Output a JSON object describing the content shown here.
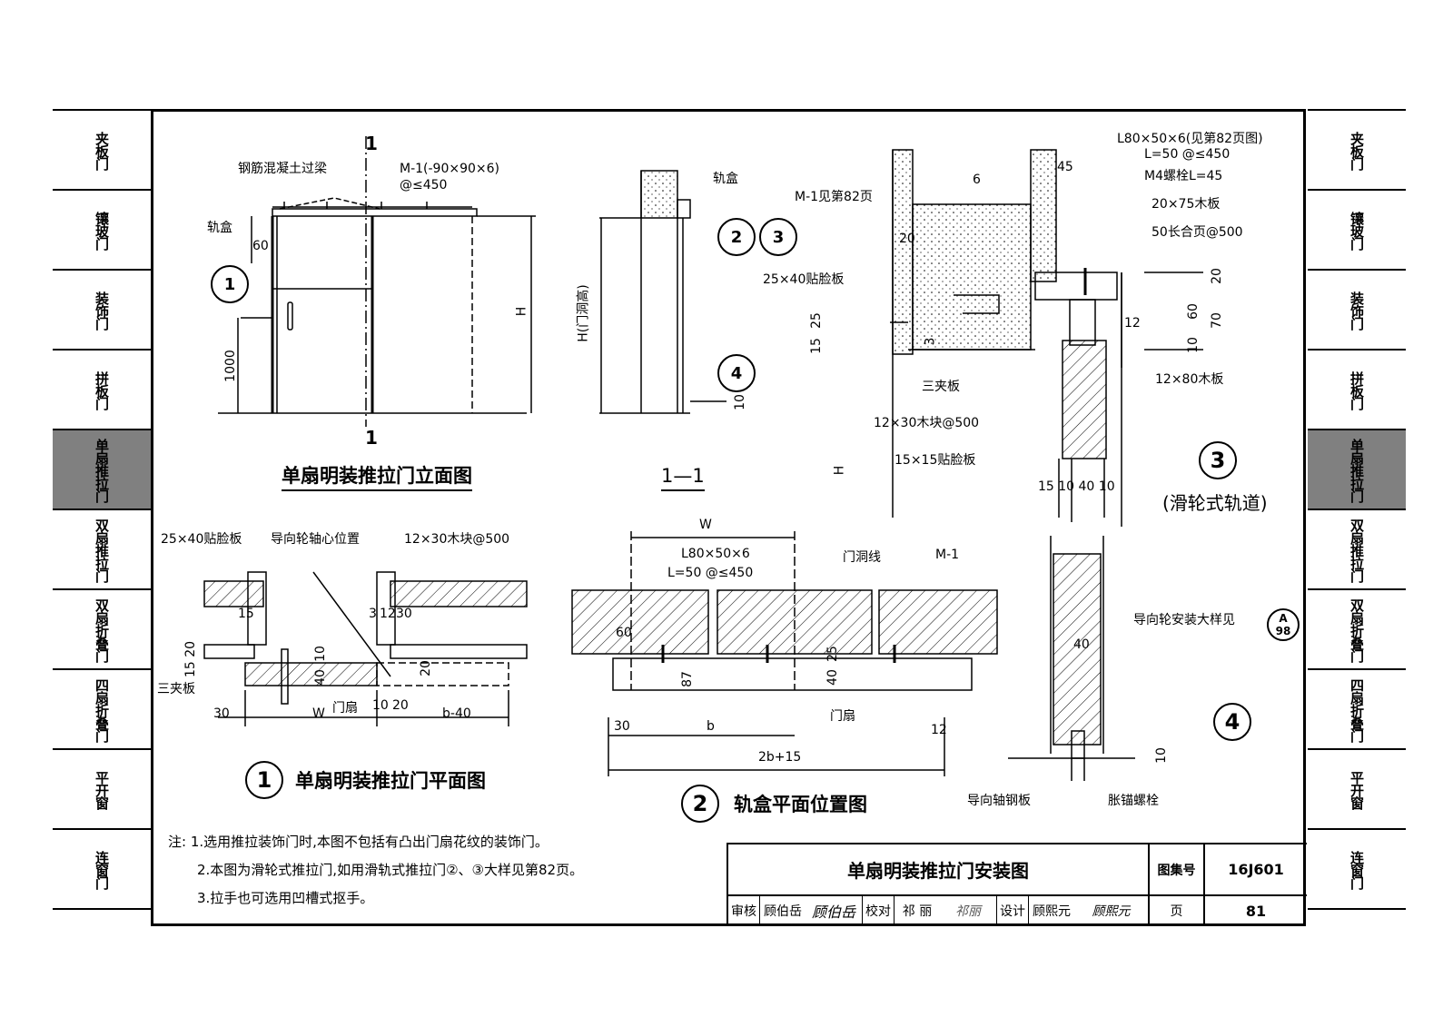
{
  "left_tabs": [
    {
      "label": "夹板门",
      "active": false
    },
    {
      "label": "镶玻门",
      "active": false
    },
    {
      "label": "装饰门",
      "active": false
    },
    {
      "label": "拼板门",
      "active": false
    },
    {
      "label": "单扇推拉门",
      "active": true
    },
    {
      "label": "双扇推拉门",
      "active": false
    },
    {
      "label": "双扇折叠门",
      "active": false
    },
    {
      "label": "四扇折叠门",
      "active": false
    },
    {
      "label": "平开窗",
      "active": false
    },
    {
      "label": "连窗门",
      "active": false
    }
  ],
  "right_tabs": [
    {
      "label": "夹板门",
      "active": false
    },
    {
      "label": "镶玻门",
      "active": false
    },
    {
      "label": "装饰门",
      "active": false
    },
    {
      "label": "拼板门",
      "active": false
    },
    {
      "label": "单扇推拉门",
      "active": true
    },
    {
      "label": "双扇推拉门",
      "active": false
    },
    {
      "label": "双扇折叠门",
      "active": false
    },
    {
      "label": "四扇折叠门",
      "active": false
    },
    {
      "label": "平开窗",
      "active": false
    },
    {
      "label": "连窗门",
      "active": false
    }
  ],
  "elevation": {
    "title": "单扇明装推拉门立面图",
    "section_mark_top": "1",
    "section_mark_bottom": "1",
    "beam_label": "钢筋混凝土过梁",
    "m1_label": "M-1(-90×90×6)",
    "m1_spacing": "@≤450",
    "track_box": "轨盒",
    "dim_60": "60",
    "dim_1000": "1000",
    "dim_H": "H",
    "detail_ref": "1",
    "detail_ref_sub": "—"
  },
  "section11": {
    "title": "1—1",
    "track_box": "轨盒",
    "dim_H": "H(门洞高)",
    "ref2": "2",
    "ref3": "3",
    "ref4": "4",
    "ref_sub": "—",
    "dim_10": "10"
  },
  "detail3": {
    "number": "3",
    "subtitle": "(滑轮式轨道)",
    "labels": {
      "m1": "M-1见第82页",
      "angle": "L80×50×6(见第82页图)",
      "angle2": "L=50 @≤450",
      "bolt": "M4螺栓L=45",
      "board75": "20×75木板",
      "hinge": "50长合页@500",
      "face25": "25×40贴脸板",
      "ply": "三夹板",
      "block": "12×30木块@500",
      "face15": "15×15贴脸板",
      "board80": "12×80木板",
      "d45": "45",
      "d6": "6",
      "d20": "20",
      "d25": "25",
      "d15": "15",
      "d3": "3",
      "d12": "12",
      "d20b": "20",
      "d60": "60",
      "d70": "70",
      "d10": "10",
      "dH": "H",
      "bottom_dims": "15 10 40 10"
    }
  },
  "plan1": {
    "number": "1",
    "title": "单扇明装推拉门平面图",
    "labels": {
      "face": "25×40贴脸板",
      "guide": "导向轮轴心位置",
      "block": "12×30木块@500",
      "ply": "三夹板",
      "leaf": "门扇",
      "d15": "15",
      "d20": "15 20",
      "d30": "30",
      "dW": "W",
      "d10": "10",
      "d20b": "20",
      "db40": "b-40",
      "d3": "3",
      "d12": "12",
      "d30b": "30",
      "d10v": "10",
      "d40": "40",
      "d20c": "20"
    }
  },
  "plan2": {
    "number": "2",
    "title": "轨盒平面位置图",
    "labels": {
      "W": "W",
      "angle": "L80×50×6",
      "angle2": "L=50 @≤450",
      "opening": "门洞线",
      "m1": "M-1",
      "d60": "60",
      "d87": "87",
      "d40": "40",
      "d25": "25",
      "d30": "30",
      "db": "b",
      "d2b": "2b+15",
      "d12": "12",
      "leaf": "门扇"
    }
  },
  "detail4": {
    "number": "4",
    "guide_ref": "导向轮安装大样见",
    "ref_top": "A",
    "ref_bottom": "98",
    "d40": "40",
    "d10": "10",
    "plate": "导向轴钢板",
    "bolt": "胀锚螺栓"
  },
  "notes": [
    "注: 1.选用推拉装饰门时,本图不包括有凸出门扇花纹的装饰门。",
    "2.本图为滑轮式推拉门,如用滑轨式推拉门②、③大样见第82页。",
    "3.拉手也可选用凹槽式抠手。"
  ],
  "title_block": {
    "drawing_title": "单扇明装推拉门安装图",
    "atlas_label": "图集号",
    "atlas_no": "16J601",
    "review": "审核",
    "reviewer": "顾伯岳",
    "check": "校对",
    "checker": "祁 丽",
    "design": "设计",
    "designer": "顾熙元",
    "page_label": "页",
    "page_no": "81"
  }
}
